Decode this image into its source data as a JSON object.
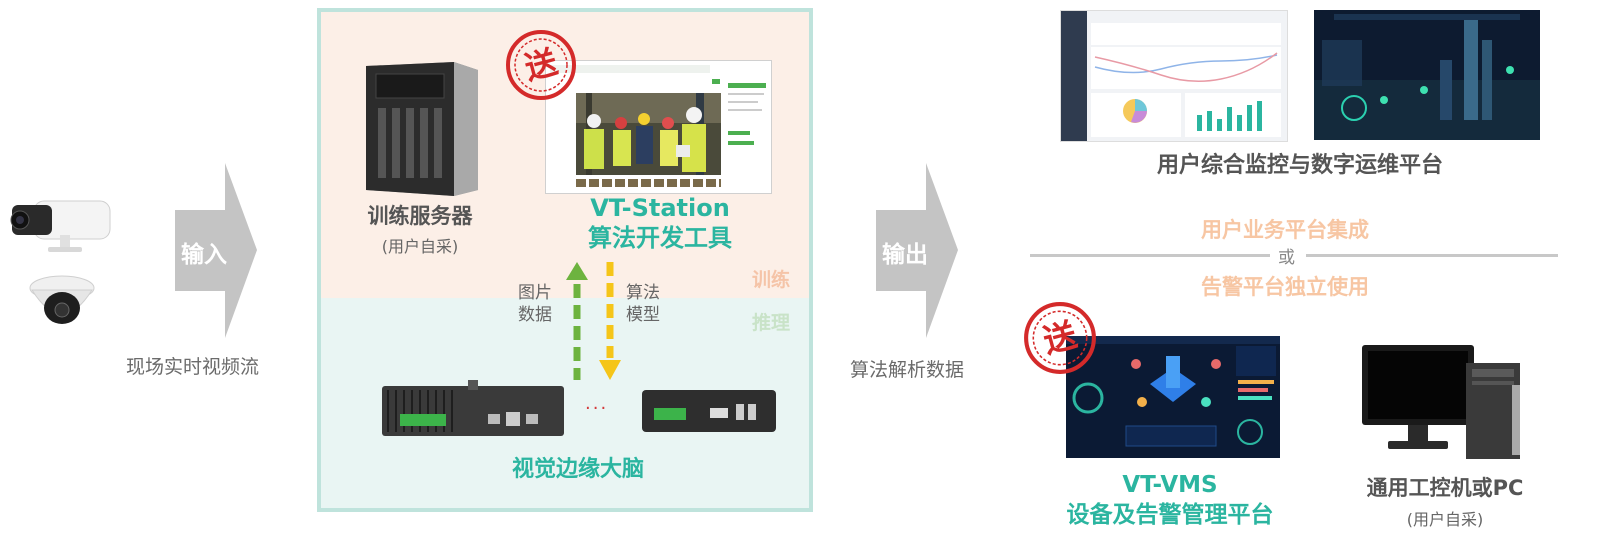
{
  "input": {
    "arrow_label": "输入",
    "caption": "现场实时视频流"
  },
  "panel": {
    "server_title": "训练服务器",
    "server_sub": "(用户自采)",
    "station_title_line1": "VT-Station",
    "station_title_line2": "算法开发工具",
    "train_label": "训练",
    "infer_label": "推理",
    "up_flow_line1": "图片",
    "up_flow_line2": "数据",
    "down_flow_line1": "算法",
    "down_flow_line2": "模型",
    "ellipsis": "···",
    "edge_title": "视觉边缘大脑",
    "stamp_text": "送"
  },
  "output": {
    "arrow_label": "输出",
    "caption": "算法解析数据"
  },
  "right": {
    "monitor_title": "用户综合监控与数字运维平台",
    "integration_line1": "用户业务平台集成",
    "or_text": "或",
    "integration_line2": "告警平台独立使用",
    "vms_title_line1": "VT-VMS",
    "vms_title_line2": "设备及告警管理平台",
    "pc_title": "通用工控机或PC",
    "pc_sub": "(用户自采)",
    "stamp_text": "送"
  },
  "colors": {
    "teal": "#2bb5a0",
    "peach": "#f7c6a3",
    "arrow_gray": "#c4c4c4",
    "green_flow": "#6db33f",
    "yellow_flow": "#f5c518",
    "stamp_red": "#d42a2a"
  }
}
